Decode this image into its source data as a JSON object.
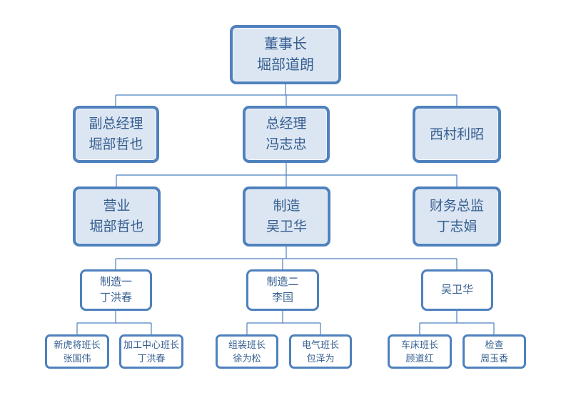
{
  "chart_data": {
    "type": "org-chart",
    "title": "",
    "colors": {
      "node_border": "#4E81BD",
      "node_fill_upper_levels": "#DCE6F2",
      "node_fill_lower_levels": "#FFFFFF",
      "text": "#365F91",
      "connector_line": "#4E81BD",
      "background": "#FFFFFF"
    },
    "nodes": [
      {
        "id": "chairman",
        "level": 1,
        "lines": [
          "董事长",
          "堀部道朗"
        ],
        "reports_to": null
      },
      {
        "id": "deputy-gm",
        "level": 2,
        "lines": [
          "副总经理",
          "堀部哲也"
        ],
        "reports_to": "chairman"
      },
      {
        "id": "gm",
        "level": 2,
        "lines": [
          "总经理",
          "冯志忠"
        ],
        "reports_to": "chairman"
      },
      {
        "id": "nishimura",
        "level": 2,
        "lines": [
          "西村利昭"
        ],
        "reports_to": "chairman"
      },
      {
        "id": "sales",
        "level": 3,
        "lines": [
          "营业",
          "堀部哲也"
        ],
        "reports_to": "gm"
      },
      {
        "id": "manufacturing",
        "level": 3,
        "lines": [
          "制造",
          "吴卫华"
        ],
        "reports_to": "gm"
      },
      {
        "id": "finance-director",
        "level": 3,
        "lines": [
          "财务总监",
          "丁志娟"
        ],
        "reports_to": "gm"
      },
      {
        "id": "mfg-1",
        "level": 4,
        "lines": [
          "制造一",
          "丁洪春"
        ],
        "reports_to": "manufacturing"
      },
      {
        "id": "mfg-2",
        "level": 4,
        "lines": [
          "制造二",
          "李国"
        ],
        "reports_to": "manufacturing"
      },
      {
        "id": "wu-weihua",
        "level": 4,
        "lines": [
          "吴卫华"
        ],
        "reports_to": "manufacturing"
      },
      {
        "id": "xinhujiang-leader",
        "level": 5,
        "lines": [
          "新虎将班长",
          "张国伟"
        ],
        "reports_to": "mfg-1"
      },
      {
        "id": "machining-leader",
        "level": 5,
        "lines": [
          "加工中心班长",
          "丁洪春"
        ],
        "reports_to": "mfg-1"
      },
      {
        "id": "assembly-leader",
        "level": 5,
        "lines": [
          "组装班长",
          "徐为松"
        ],
        "reports_to": "mfg-2"
      },
      {
        "id": "electrical-leader",
        "level": 5,
        "lines": [
          "电气班长",
          "包泽为"
        ],
        "reports_to": "mfg-2"
      },
      {
        "id": "lathe-leader",
        "level": 5,
        "lines": [
          "车床班长",
          "顾道红"
        ],
        "reports_to": "wu-weihua"
      },
      {
        "id": "inspection",
        "level": 5,
        "lines": [
          "检查",
          "周玉香"
        ],
        "reports_to": "wu-weihua"
      }
    ]
  }
}
